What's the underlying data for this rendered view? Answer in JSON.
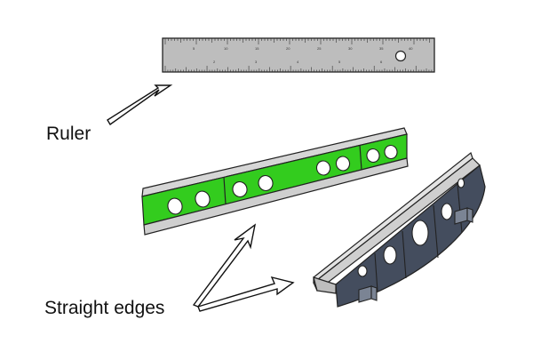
{
  "labels": {
    "ruler": "Ruler",
    "straight_edges": "Straight edges"
  },
  "items": [
    {
      "name": "ruler",
      "color": "#bdbdbd"
    },
    {
      "name": "green-i-beam-straight-edge",
      "color": "#33cc1e"
    },
    {
      "name": "gray-bow-straight-edge",
      "color": "#444d5e"
    }
  ],
  "arrows": [
    {
      "name": "arrow-to-ruler",
      "points_to": "ruler"
    },
    {
      "name": "arrow-to-green-straight-edge",
      "points_to": "green-i-beam-straight-edge"
    },
    {
      "name": "arrow-to-gray-straight-edge",
      "points_to": "gray-bow-straight-edge"
    }
  ]
}
